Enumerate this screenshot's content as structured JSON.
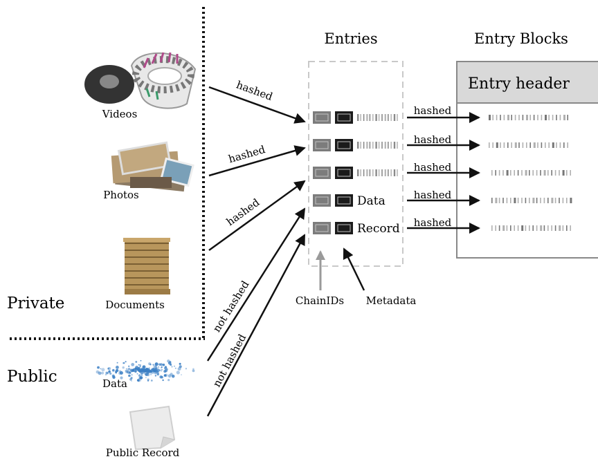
{
  "sections": {
    "private_label": "Private",
    "public_label": "Public"
  },
  "headers": {
    "entries": "Entries",
    "entry_blocks": "Entry Blocks",
    "entry_header": "Entry header"
  },
  "sources": {
    "videos": "Videos",
    "photos": "Photos",
    "documents": "Documents",
    "data": "Data",
    "public_record": "Public Record"
  },
  "arrow_labels": {
    "hashed": "hashed",
    "not_hashed": "not hashed"
  },
  "entry_rows": [
    {
      "text": ""
    },
    {
      "text": ""
    },
    {
      "text": ""
    },
    {
      "text": "Data"
    },
    {
      "text": "Record"
    }
  ],
  "callouts": {
    "chain_ids": "ChainIDs",
    "metadata": "Metadata"
  },
  "colors": {
    "arrow": "#111111",
    "grey_arrow": "#9a9a9a",
    "box_border": "#c8c8c8",
    "header_fill": "#d9d9d9",
    "data_dots": "#3b7fc4"
  },
  "icons": [
    "film-reel-icon",
    "photo-stack-icon",
    "document-stack-icon",
    "scatter-data-icon",
    "paper-sheet-icon"
  ]
}
